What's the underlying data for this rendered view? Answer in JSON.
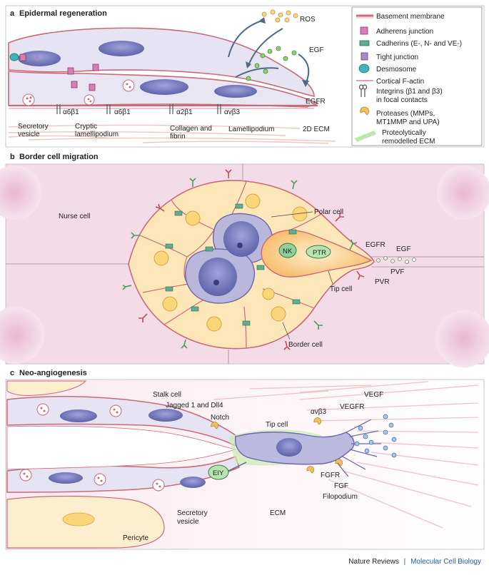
{
  "panels": {
    "a": {
      "letter": "a",
      "title": "Epidermal regeneration",
      "labels": {
        "ros": "ROS",
        "egf": "EGF",
        "egfr": "EGFR",
        "a6b1_1": "α6β1",
        "a6b1_2": "α6β1",
        "a2b1": "α2β1",
        "avb3": "αvβ3",
        "secretory_1": "Secretory",
        "secretory_2": "vesicle",
        "cryptic_1": "Cryptic",
        "cryptic_2": "lamellipodium",
        "collagen_1": "Collagen and",
        "collagen_2": "fibrin",
        "lamellipodium": "Lamellipodium",
        "ecm2d": "2D ECM"
      }
    },
    "b": {
      "letter": "b",
      "title": "Border cell migration",
      "labels": {
        "nurse": "Nurse cell",
        "polar": "Polar cell",
        "egfr": "EGFR",
        "egf": "EGF",
        "nk": "NK",
        "ptr": "PTR",
        "pvf": "PVF",
        "pvr": "PVR",
        "tip": "Tip cell",
        "border": "Border cell"
      }
    },
    "c": {
      "letter": "c",
      "title": "Neo-angiogenesis",
      "labels": {
        "stalk": "Stalk cell",
        "jagged": "Jagged 1 and Dll4",
        "notch": "Notch",
        "tip": "Tip cell",
        "avb3": "αvβ3",
        "vegf": "VEGF",
        "vegfr": "VEGFR",
        "fgfr": "FGFR",
        "fgf": "FGF",
        "filopodium": "Filopodium",
        "eiy": "EIY",
        "secretory_1": "Secretory",
        "secretory_2": "vesicle",
        "ecm": "ECM",
        "pericyte": "Pericyte"
      }
    }
  },
  "legend": {
    "items": [
      {
        "label": "Basement membrane",
        "icon": "basement-membrane-icon"
      },
      {
        "label": "Adherens junction",
        "icon": "adherens-junction-icon"
      },
      {
        "label": "Cadherins (E-, N- and VE-)",
        "icon": "cadherin-icon"
      },
      {
        "label": "Tight junction",
        "icon": "tight-junction-icon"
      },
      {
        "label": "Desmosome",
        "icon": "desmosome-icon"
      },
      {
        "label": "Cortical F-actin",
        "icon": "f-actin-icon"
      },
      {
        "label": "Integrins (β1 and β3)",
        "label2": "in focal contacts",
        "icon": "integrin-icon"
      },
      {
        "label": "Proteases (MMPs,",
        "label2": "MT1MMP and UPA)",
        "icon": "protease-icon"
      },
      {
        "label": "Proteolytically",
        "label2": "remodelled ECM",
        "icon": "remodelled-ecm-icon"
      }
    ]
  },
  "footer": {
    "publisher": "Nature Reviews",
    "separator": "|",
    "journal": "Molecular Cell Biology"
  },
  "colors": {
    "cell_fill": "#e6e3f2",
    "cell_stroke": "#7a6f9e",
    "nucleus": "#7b7fc0",
    "membrane": "#c96a78",
    "border_cell": "#fde6b8",
    "polar_nucleus": "#6f74b8",
    "panel_b_bg": "#f2d3e4",
    "ecm_pink": "#f0d0d2",
    "pericyte": "#fdeecf",
    "journal_blue": "#2a5aa6"
  }
}
